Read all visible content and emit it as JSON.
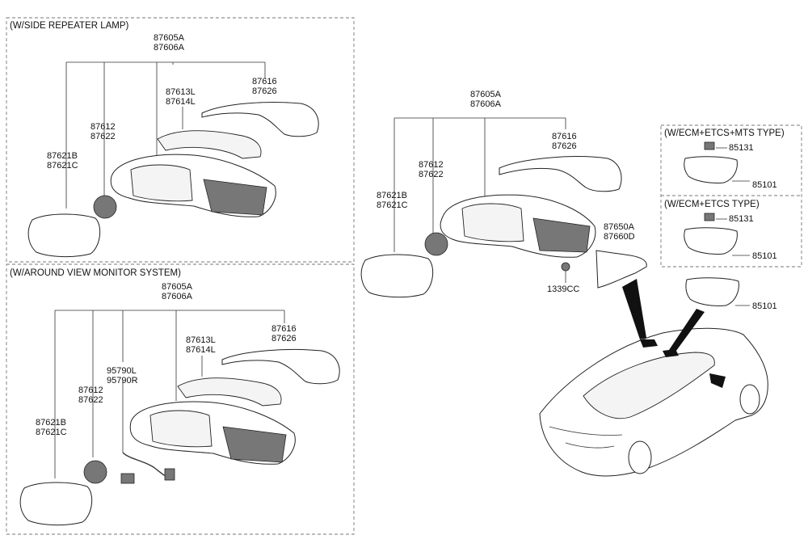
{
  "sections": {
    "side_repeater": "(W/SIDE REPEATER LAMP)",
    "around_view": "(W/AROUND VIEW MONITOR SYSTEM)",
    "ecm_etcs_mts": "(W/ECM+ETCS+MTS TYPE)",
    "ecm_etcs": "(W/ECM+ETCS TYPE)"
  },
  "parts": {
    "p87605A": "87605A",
    "p87606A": "87606A",
    "p87613L": "87613L",
    "p87614L": "87614L",
    "p87616": "87616",
    "p87626": "87626",
    "p87612": "87612",
    "p87622": "87622",
    "p87621B": "87621B",
    "p87621C": "87621C",
    "p95790L": "95790L",
    "p95790R": "95790R",
    "p87650A": "87650A",
    "p87660D": "87660D",
    "p1339CC": "1339CC",
    "p85131": "85131",
    "p85101": "85101"
  }
}
